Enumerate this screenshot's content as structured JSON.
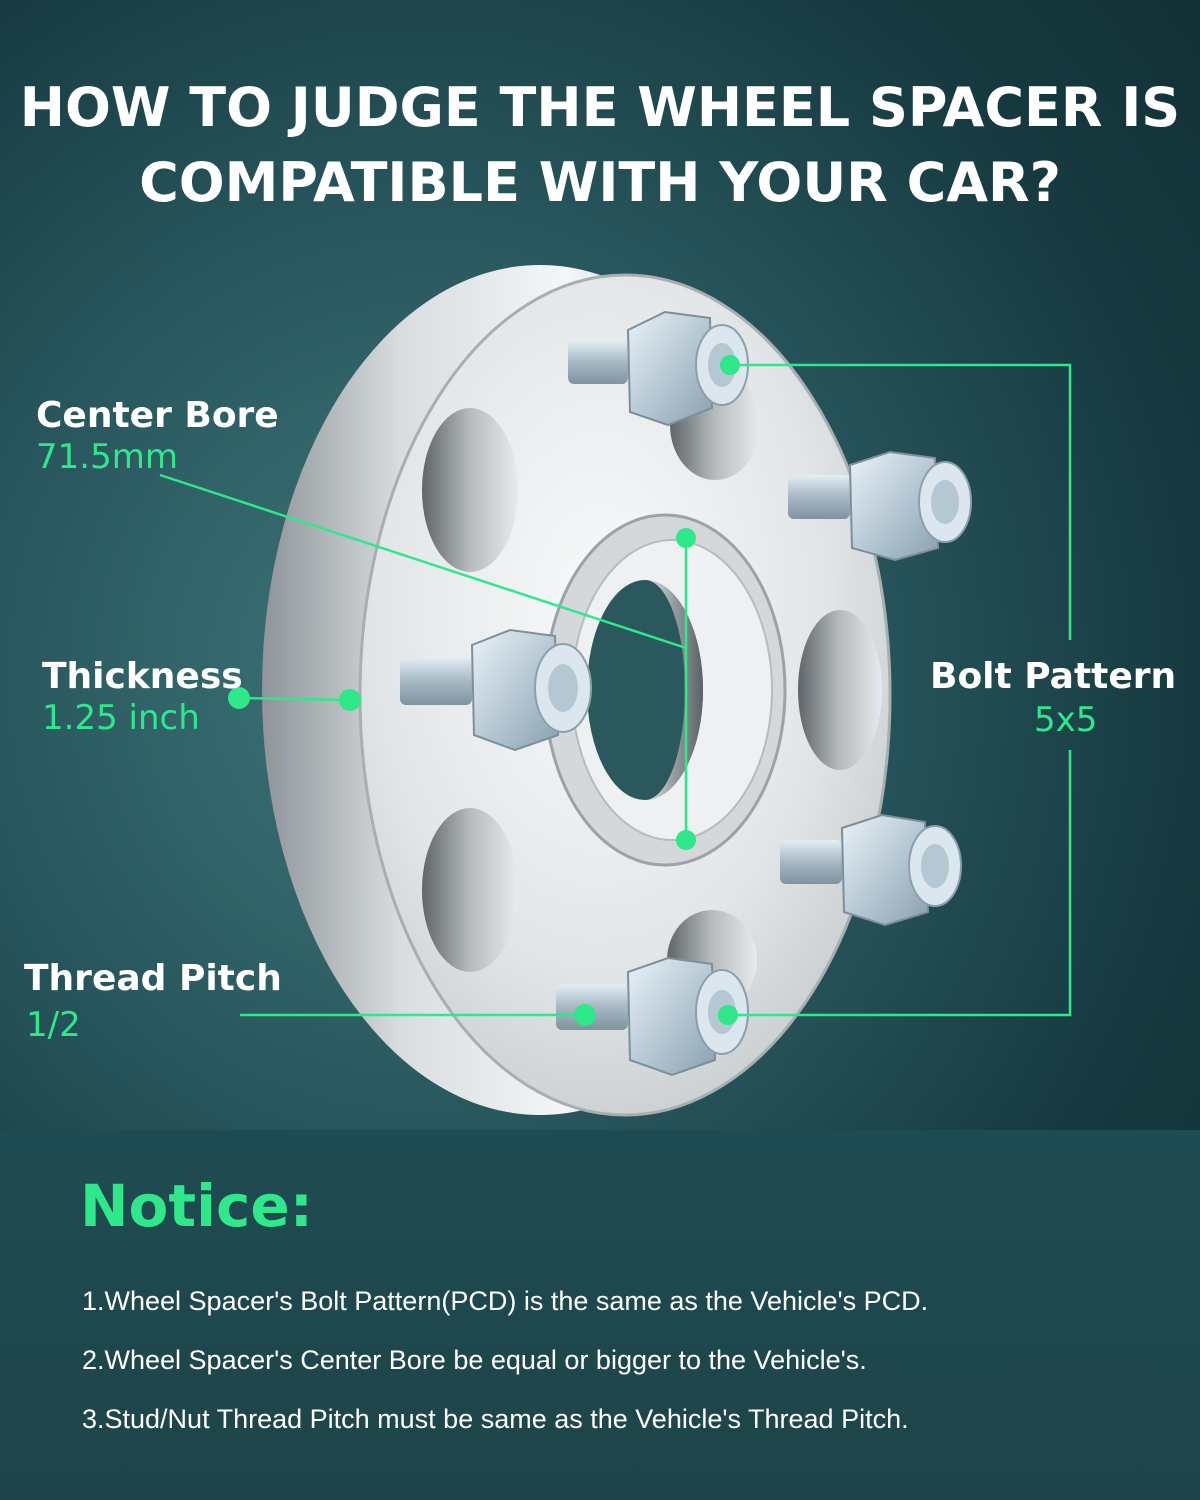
{
  "title": {
    "line1": "HOW TO JUDGE THE WHEEL SPACER IS",
    "line2": "COMPATIBLE WITH YOUR CAR?"
  },
  "specs": {
    "center_bore": {
      "label": "Center Bore",
      "value": "71.5mm"
    },
    "thickness": {
      "label": "Thickness",
      "value": "1.25 inch"
    },
    "thread_pitch": {
      "label": "Thread Pitch",
      "value": "1/2"
    },
    "bolt_pattern": {
      "label": "Bolt Pattern",
      "value": "5x5"
    }
  },
  "notice": {
    "title": "Notice:",
    "items": [
      "1.Wheel Spacer's Bolt Pattern(PCD) is the same as the Vehicle's PCD.",
      "2.Wheel Spacer's Center Bore be equal or bigger to the Vehicle's.",
      "3.Stud/Nut Thread Pitch must be same as the Vehicle's Thread Pitch."
    ]
  },
  "colors": {
    "accent": "#2ee88a",
    "background_dark": "#163a40",
    "text": "#ffffff"
  }
}
